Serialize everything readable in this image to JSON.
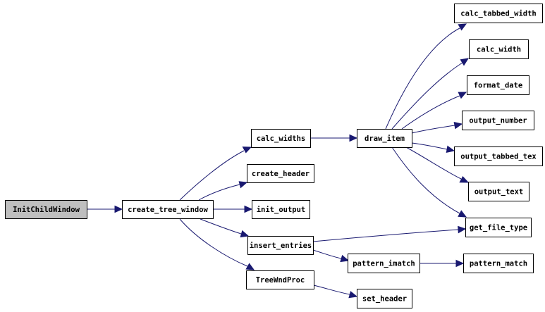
{
  "diagram": {
    "colors": {
      "edge": "#191970",
      "node_border": "#000000",
      "node_fill": "#ffffff",
      "root_fill": "#bfbfbf"
    },
    "nodes": {
      "init_child_window": "InitChildWindow",
      "create_tree_window": "create_tree_window",
      "calc_widths": "calc_widths",
      "create_header": "create_header",
      "init_output": "init_output",
      "insert_entries": "insert_entries",
      "tree_wnd_proc": "TreeWndProc",
      "draw_item": "draw_item",
      "calc_tabbed_width": "calc_tabbed_width",
      "calc_width": "calc_width",
      "format_date": "format_date",
      "output_number": "output_number",
      "output_tabbed_text": "output_tabbed_tex",
      "output_text": "output_text",
      "get_file_type": "get_file_type",
      "pattern_imatch": "pattern_imatch",
      "pattern_match": "pattern_match",
      "set_header": "set_header"
    },
    "edges": [
      [
        "init_child_window",
        "create_tree_window"
      ],
      [
        "create_tree_window",
        "calc_widths"
      ],
      [
        "create_tree_window",
        "create_header"
      ],
      [
        "create_tree_window",
        "init_output"
      ],
      [
        "create_tree_window",
        "insert_entries"
      ],
      [
        "create_tree_window",
        "tree_wnd_proc"
      ],
      [
        "calc_widths",
        "draw_item"
      ],
      [
        "draw_item",
        "calc_tabbed_width"
      ],
      [
        "draw_item",
        "calc_width"
      ],
      [
        "draw_item",
        "format_date"
      ],
      [
        "draw_item",
        "output_number"
      ],
      [
        "draw_item",
        "output_tabbed_text"
      ],
      [
        "draw_item",
        "output_text"
      ],
      [
        "draw_item",
        "get_file_type"
      ],
      [
        "insert_entries",
        "get_file_type"
      ],
      [
        "insert_entries",
        "pattern_imatch"
      ],
      [
        "pattern_imatch",
        "pattern_match"
      ],
      [
        "tree_wnd_proc",
        "set_header"
      ]
    ]
  }
}
